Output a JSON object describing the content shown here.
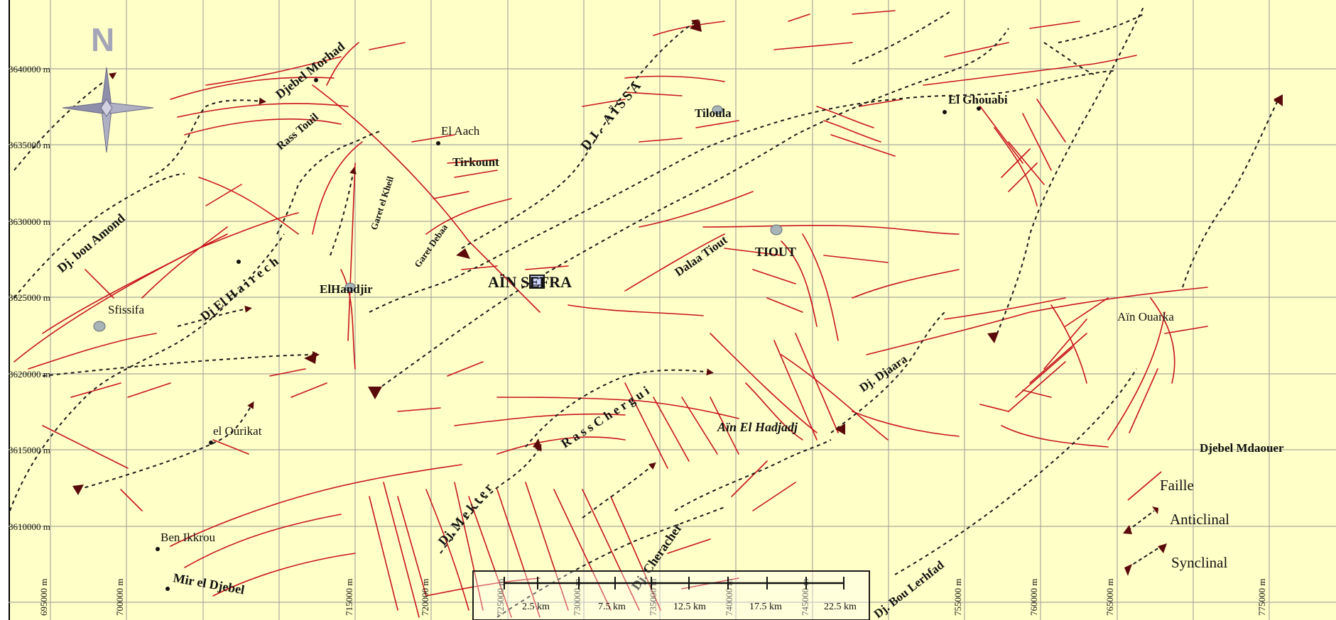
{
  "north_label": "N",
  "y_axis_labels": [
    "3640000 m",
    "3635000 m",
    "3630000 m",
    "3625000 m",
    "3620000 m",
    "3615000 m",
    "3610000 m"
  ],
  "x_axis_labels": [
    "695000 m",
    "700000 m",
    "715000 m",
    "720000 m",
    "725000 m",
    "730000 m",
    "735000 m",
    "740000 m",
    "745000 m",
    "755000 m",
    "760000 m",
    "765000 m",
    "775000 m"
  ],
  "places": {
    "djebel_morhad": "Djebel Morhad",
    "rass_touil": "Rass Touil",
    "dj_aissa": "DJ. AÏSSA",
    "tiloula": "Tiloula",
    "el_ghouabi": "El Ghouabi",
    "el_aach": "El Aach",
    "tirkount": "Tirkount",
    "garet_el_kheil": "Garet el Kheil",
    "garet_debaa": "Garet Debaa",
    "dj_bou_amond": "Dj. bou Amond",
    "dj_el_hairech": "Dj El H a i r e c h",
    "elhandjir": "ElHandjir",
    "ain_sefra": "AÏN SEFRA",
    "dalaa_tiout": "Dalaa Tiout",
    "tiout": "TIOUT",
    "sfissifa": "Sfissifa",
    "ain_ouarka": "Aïn Ouarka",
    "dj_djaara": "Dj.  Djaara",
    "rass_chergui": "R a s s   C h e r g u i",
    "ain_el_hadjadj": "Aïn El Hadjadj",
    "djebel_mdaouer": "Djebel Mdaouer",
    "el_ourikat": "el Ourikat",
    "dj_mekter": "Dj.   M e k t e r",
    "ben_ikkrou": "Ben Ikkrou",
    "dj_cheracher": "Dj. Cheracher",
    "mir_el_djebel": "Mir el Djebel",
    "dj_bou_lerhfad": "Dj. Bou Lerhfad"
  },
  "scale_bar": {
    "labels": [
      "2.5 km",
      "7.5 km",
      "12.5 km",
      "17.5 km",
      "22.5 km"
    ]
  },
  "legend": {
    "faille": "Faille",
    "anticlinal": "Anticlinal",
    "synclinal": "Synclinal"
  },
  "colors": {
    "background": "#ffffc8",
    "grid": "#a9a9a0",
    "fault": "#c8141e",
    "fold": "#1a1a1a",
    "arrow": "#5a0a0a",
    "village": "#a8b4b8"
  }
}
